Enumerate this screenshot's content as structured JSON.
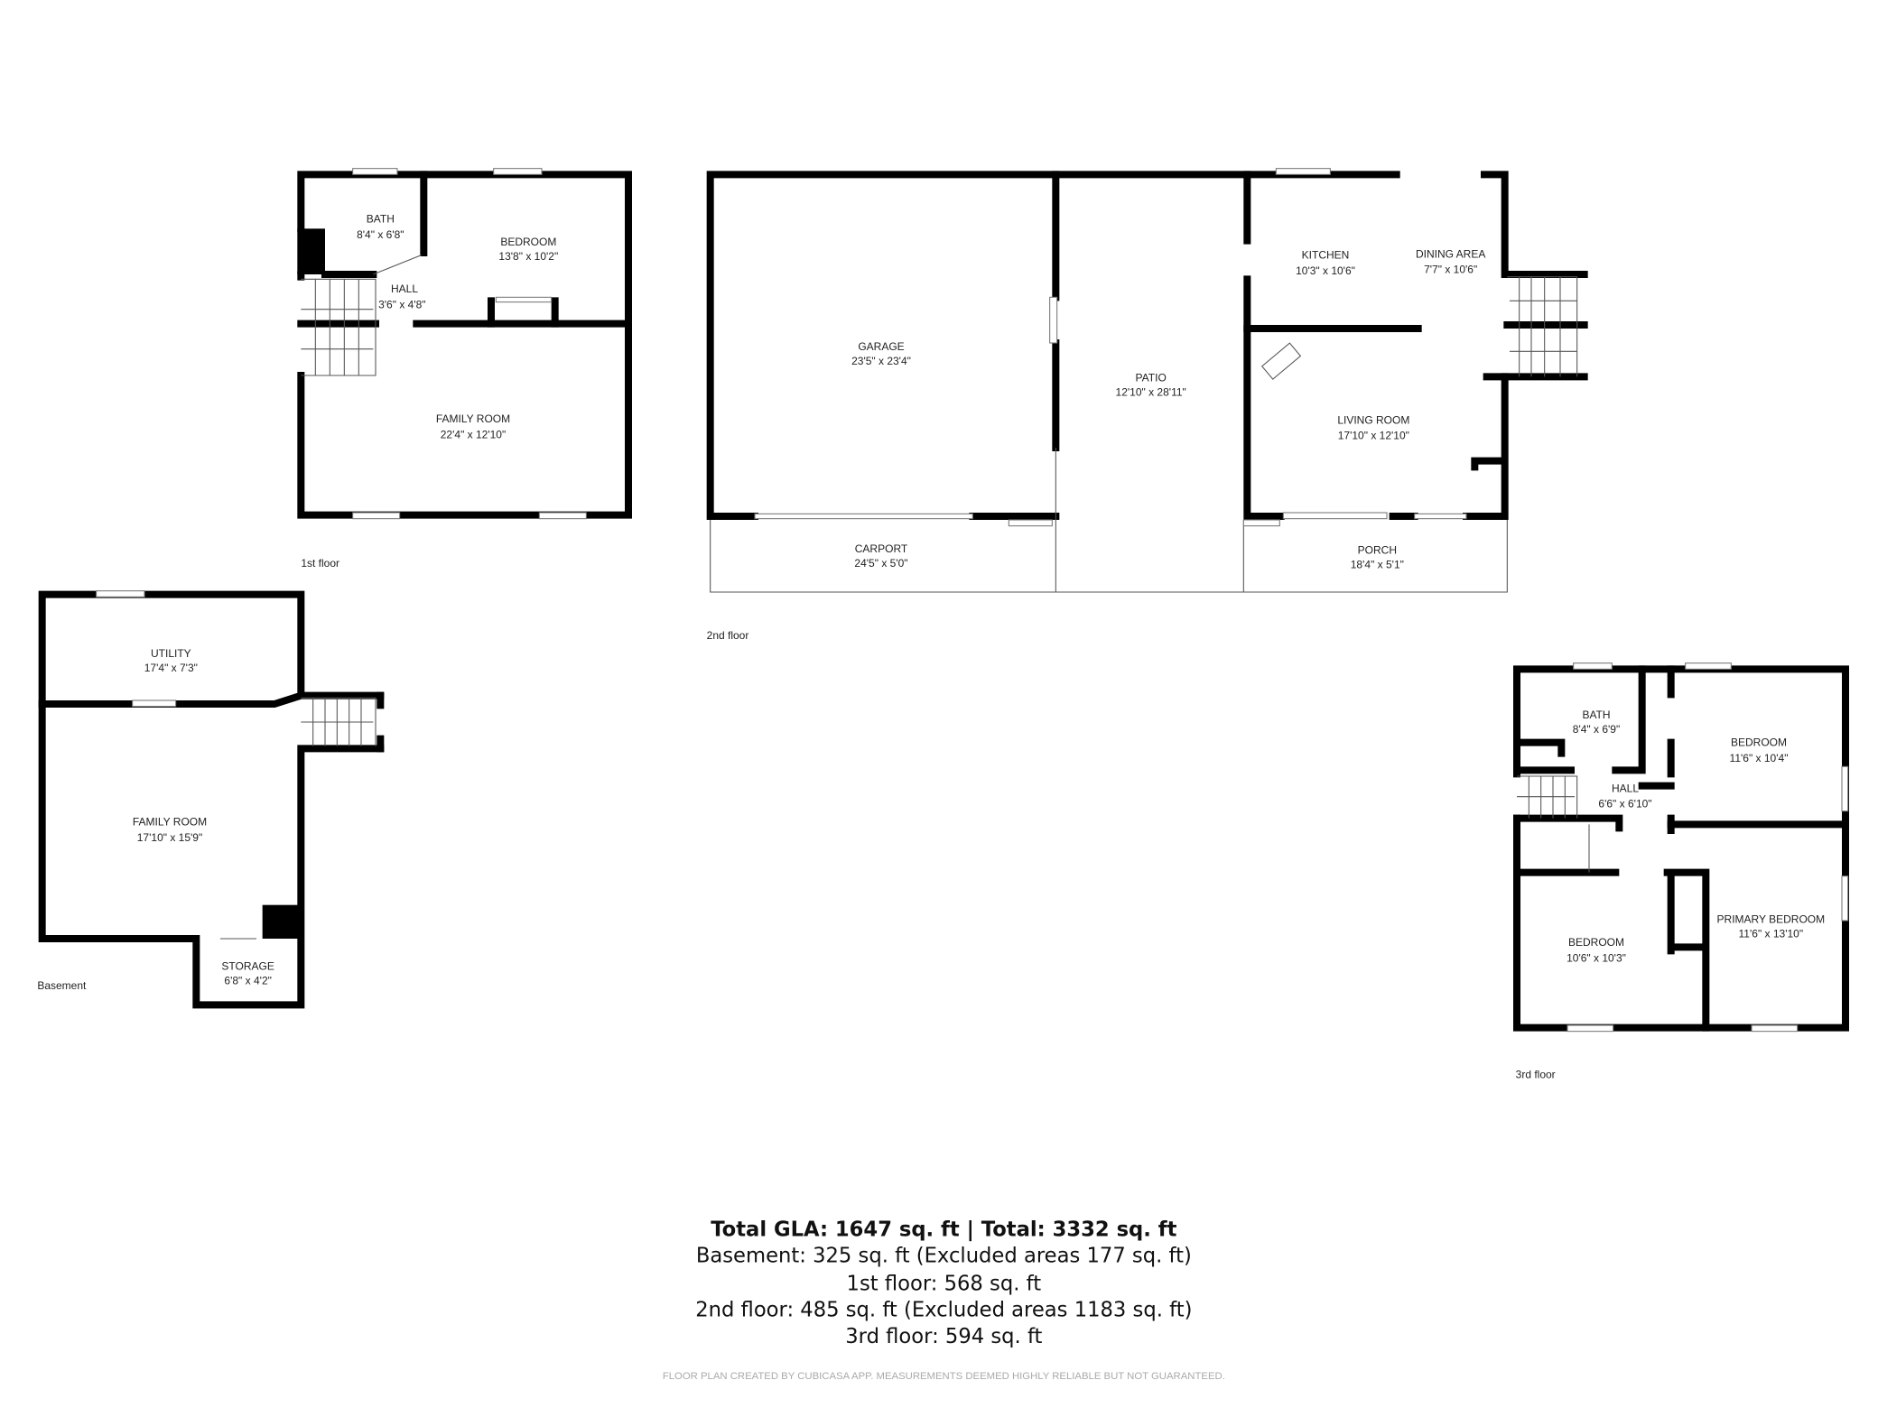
{
  "floors": {
    "first": {
      "label": "1st floor",
      "rooms": [
        {
          "name": "BATH",
          "dims": "8'4\" x 6'8\""
        },
        {
          "name": "BEDROOM",
          "dims": "13'8\" x 10'2\""
        },
        {
          "name": "HALL",
          "dims": "3'6\" x 4'8\""
        },
        {
          "name": "FAMILY ROOM",
          "dims": "22'4\" x 12'10\""
        }
      ]
    },
    "second": {
      "label": "2nd floor",
      "rooms": [
        {
          "name": "GARAGE",
          "dims": "23'5\" x 23'4\""
        },
        {
          "name": "PATIO",
          "dims": "12'10\" x 28'11\""
        },
        {
          "name": "KITCHEN",
          "dims": "10'3\" x 10'6\""
        },
        {
          "name": "DINING AREA",
          "dims": "7'7\" x 10'6\""
        },
        {
          "name": "LIVING ROOM",
          "dims": "17'10\" x 12'10\""
        },
        {
          "name": "CARPORT",
          "dims": "24'5\" x 5'0\""
        },
        {
          "name": "PORCH",
          "dims": "18'4\" x 5'1\""
        }
      ]
    },
    "basement": {
      "label": "Basement",
      "rooms": [
        {
          "name": "UTILITY",
          "dims": "17'4\" x 7'3\""
        },
        {
          "name": "FAMILY ROOM",
          "dims": "17'10\" x 15'9\""
        },
        {
          "name": "STORAGE",
          "dims": "6'8\" x 4'2\""
        }
      ]
    },
    "third": {
      "label": "3rd floor",
      "rooms": [
        {
          "name": "BATH",
          "dims": "8'4\" x 6'9\""
        },
        {
          "name": "BEDROOM",
          "dims": "11'6\" x 10'4\""
        },
        {
          "name": "HALL",
          "dims": "6'6\" x 6'10\""
        },
        {
          "name": "PRIMARY BEDROOM",
          "dims": "11'6\" x 13'10\""
        },
        {
          "name": "BEDROOM",
          "dims": "10'6\" x 10'3\""
        }
      ]
    }
  },
  "summary": {
    "total": "Total GLA: 1647 sq. ft | Total: 3332 sq. ft",
    "basement": "Basement: 325 sq. ft (Excluded areas 177 sq. ft)",
    "first": "1st floor: 568 sq. ft",
    "second": "2nd floor: 485 sq. ft (Excluded areas 1183 sq. ft)",
    "third": "3rd floor: 594 sq. ft"
  },
  "disclaimer": "FLOOR PLAN CREATED BY CUBICASA APP. MEASUREMENTS DEEMED HIGHLY RELIABLE BUT NOT GUARANTEED."
}
